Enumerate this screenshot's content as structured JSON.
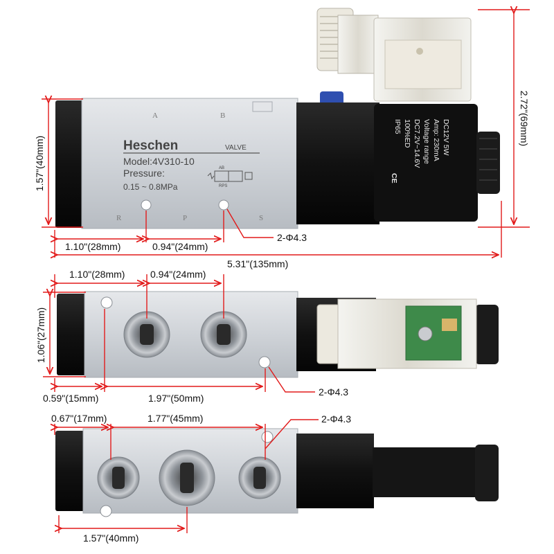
{
  "colors": {
    "dimension_line": "#e21a1a",
    "aluminum": "#cfd3d8",
    "aluminum_dark": "#9fa5ac",
    "black_part": "#141414",
    "label_gray": "#4a4a4a",
    "coil_text": "#e6e6e6"
  },
  "view1": {
    "brand": "Heschen",
    "valve_word": "VALVE",
    "model": "Model:4V310-10",
    "pressure_label": "Pressure:",
    "pressure_range": "0.15 ~ 0.8MPa",
    "symbol_top": "AB",
    "symbol_bottom": "RPS",
    "port_a": "A",
    "port_b": "B",
    "port_r": "R",
    "port_p": "P",
    "port_s": "S",
    "coil_lines": [
      "DC12V        5W",
      "Amp:    230mA",
      "Voltage   range",
      "DC7.2V~14.6V",
      "100%ED",
      "IP65"
    ],
    "ce_mark": "CE",
    "dim_height": "1.57\"(40mm)",
    "dim_total_height": "2.72\"(69mm)",
    "dim_r_p": "1.10\"(28mm)",
    "dim_p_s": "0.94\"(24mm)",
    "hole_callout": "2-Φ4.3",
    "dim_total_length": "5.31\"(135mm)"
  },
  "view2": {
    "dim_top_left": "1.10\"(28mm)",
    "dim_top_right": "0.94\"(24mm)",
    "dim_height": "1.06\"(27mm)",
    "dim_bottom_left": "0.59\"(15mm)",
    "dim_bottom_right": "1.97\"(50mm)",
    "hole_callout": "2-Φ4.3"
  },
  "view3": {
    "dim_top_left": "0.67\"(17mm)",
    "dim_top_right": "1.77\"(45mm)",
    "hole_callout": "2-Φ4.3",
    "dim_bottom": "1.57\"(40mm)"
  }
}
